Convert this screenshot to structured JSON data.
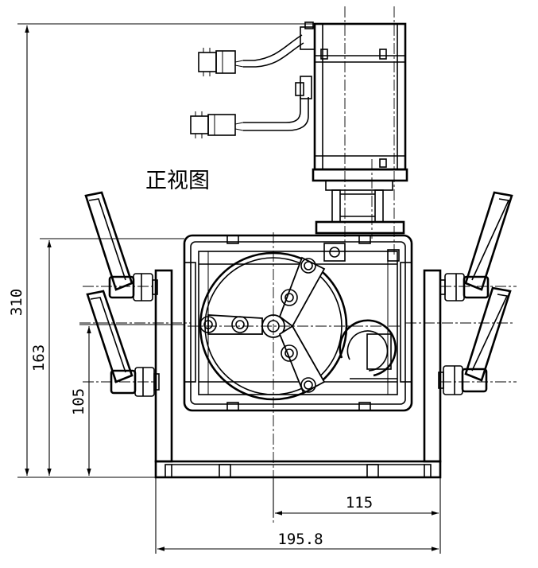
{
  "view_title": "正视图",
  "dimensions": {
    "height_total": "310",
    "height_axis_upper": "163",
    "height_axis_lower": "105",
    "width_offset": "115",
    "width_base": "195.8"
  }
}
